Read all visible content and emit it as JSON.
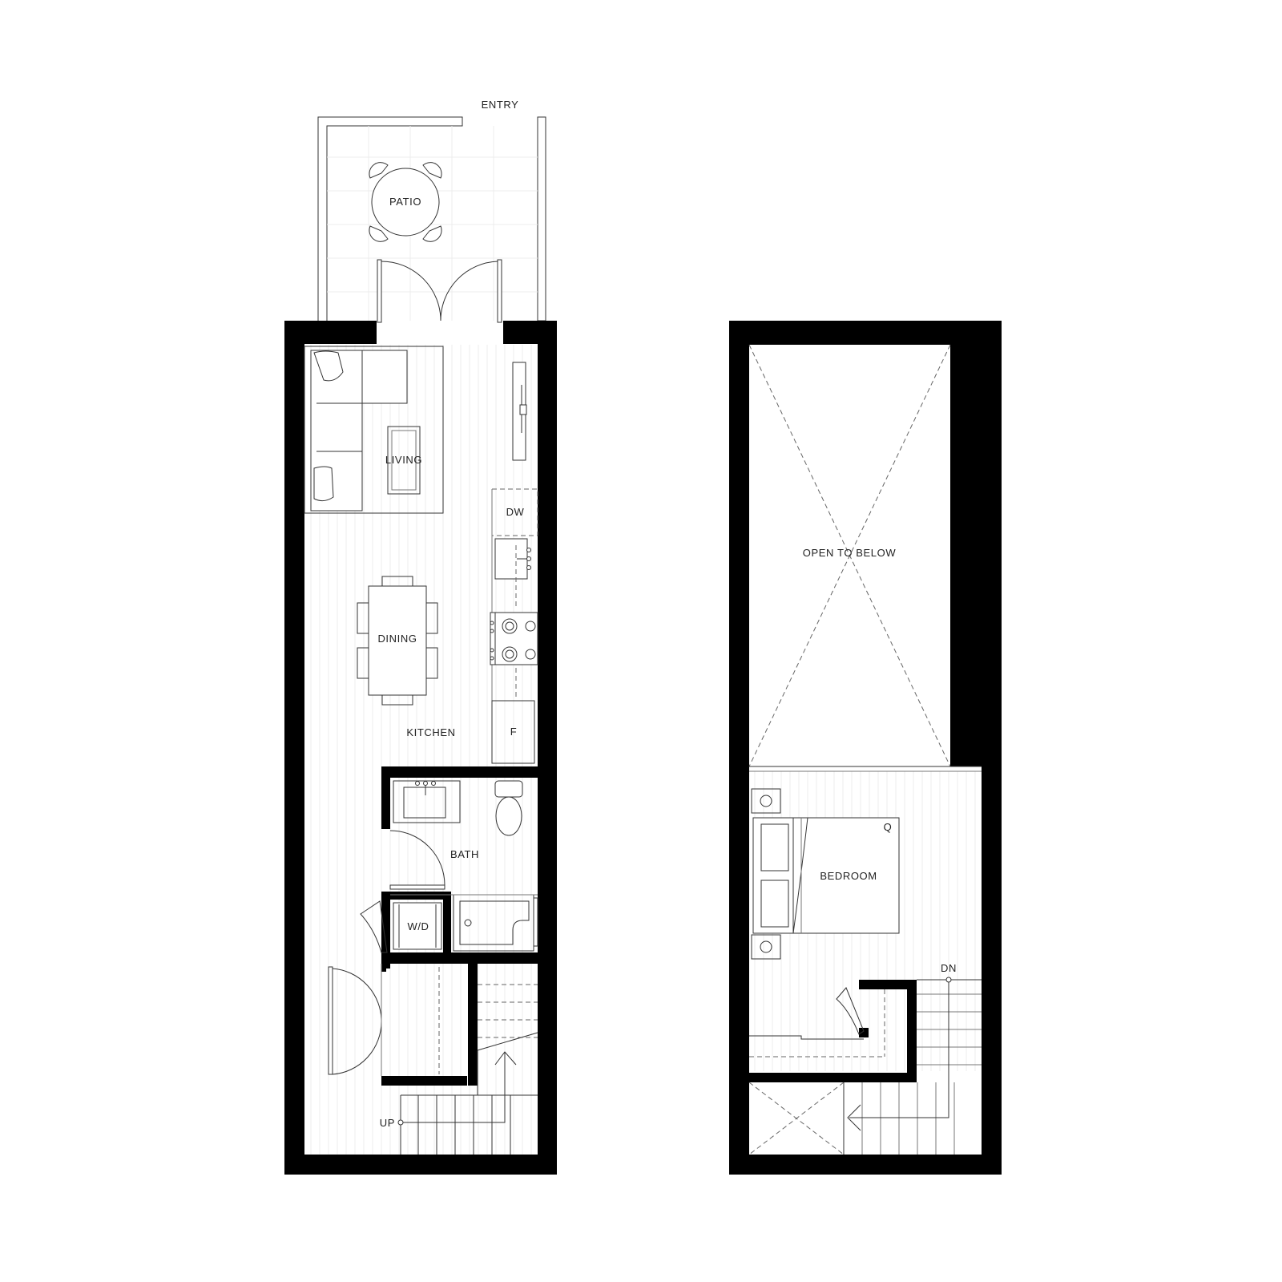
{
  "labels": {
    "entry": "ENTRY",
    "patio": "PATIO",
    "living": "LIVING",
    "dw": "DW",
    "dining": "DINING",
    "kitchen": "KITCHEN",
    "fridge": "F",
    "bath": "BATH",
    "washer_dryer": "W/D",
    "up": "UP",
    "open_to_below": "OPEN TO BELOW",
    "queen": "Q",
    "bedroom": "BEDROOM",
    "down": "DN"
  },
  "colors": {
    "wall": "#000000",
    "line": "#333333",
    "floor_hatch": "#ececec"
  }
}
